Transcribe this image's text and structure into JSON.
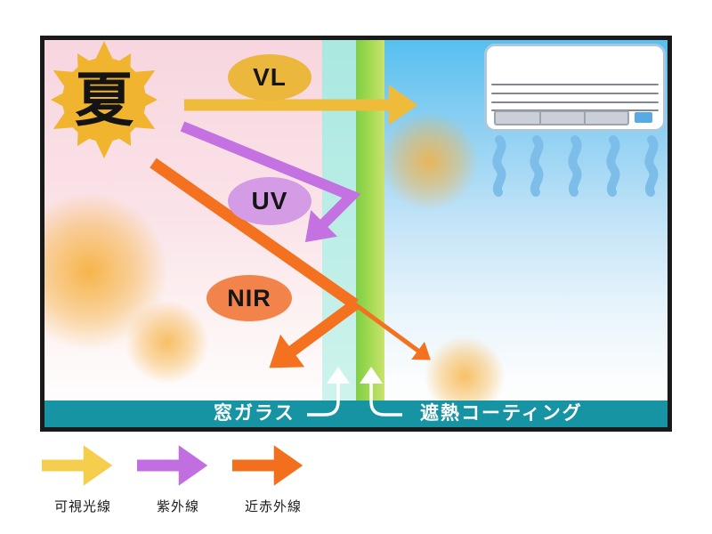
{
  "diagram": {
    "sun_label": "夏",
    "ray_labels": {
      "vl": "VL",
      "uv": "UV",
      "nir": "NIR"
    },
    "bar": {
      "glass_label": "窓ガラス",
      "coating_label": "遮熱コーティング"
    }
  },
  "legend": {
    "items": [
      {
        "label": "可視光線",
        "color": "#f5ce4e"
      },
      {
        "label": "紫外線",
        "color": "#c06ee0"
      },
      {
        "label": "近赤外線",
        "color": "#f2701d"
      }
    ]
  },
  "colors": {
    "vl_arrow": "#eebc3a",
    "uv_arrow": "#c471e1",
    "nir_arrow": "#f3711f",
    "vl_badge": "#ecb73d",
    "uv_badge": "#d59ce6",
    "nir_badge": "#f2834b",
    "sun": "#f0b42e",
    "glass_band": "#a9e8e0",
    "coating_band": "#8bd74f",
    "bottom_bar": "#1794a4",
    "sky": "#56c0ef",
    "outdoor_pink": "#f8d6df",
    "cool_air": "#7cbee9"
  }
}
